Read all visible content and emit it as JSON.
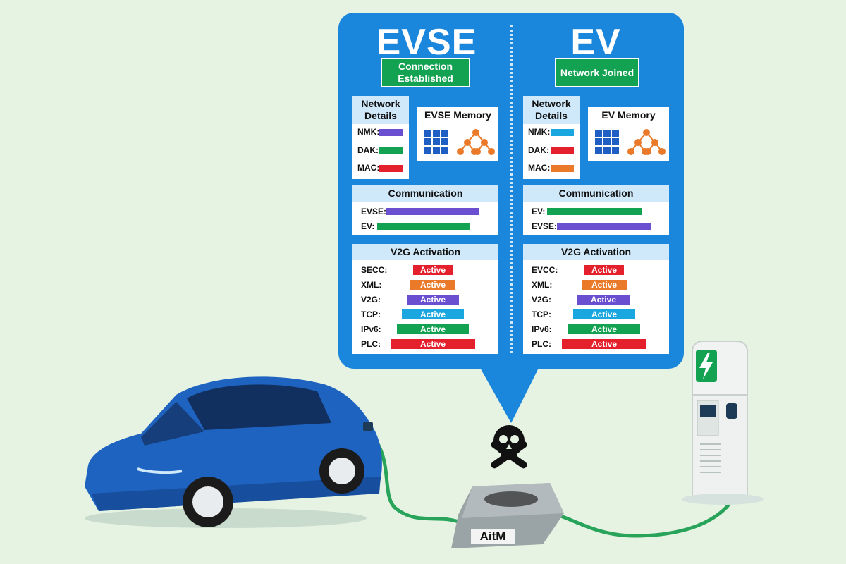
{
  "evse": {
    "title": "EVSE",
    "status": "Connection Established",
    "network_title": "Network Details",
    "memory_title": "EVSE Memory",
    "network_rows": [
      {
        "label": "NMK:",
        "color": "#6a4fd0"
      },
      {
        "label": "DAK:",
        "color": "#13a152"
      },
      {
        "label": "MAC:",
        "color": "#e3202c"
      }
    ],
    "comm_title": "Communication",
    "comm_rows": [
      {
        "label": "EVSE:",
        "color": "#6a4fd0"
      },
      {
        "label": "EV:",
        "color": "#13a152"
      }
    ],
    "v2g_title": "V2G Activation",
    "v2g_rows": [
      {
        "label": "SECC:",
        "value": "Active",
        "color": "#e3202c"
      },
      {
        "label": "XML:",
        "value": "Active",
        "color": "#ea7a2a"
      },
      {
        "label": "V2G:",
        "value": "Active",
        "color": "#6a4fd0"
      },
      {
        "label": "TCP:",
        "value": "Active",
        "color": "#1aa6de"
      },
      {
        "label": "IPv6:",
        "value": "Active",
        "color": "#13a152"
      },
      {
        "label": "PLC:",
        "value": "Active",
        "color": "#e3202c"
      }
    ]
  },
  "ev": {
    "title": "EV",
    "status": "Network Joined",
    "network_title": "Network Details",
    "memory_title": "EV Memory",
    "network_rows": [
      {
        "label": "NMK:",
        "color": "#1aa6de"
      },
      {
        "label": "DAK:",
        "color": "#e3202c"
      },
      {
        "label": "MAC:",
        "color": "#ea7a2a"
      }
    ],
    "comm_title": "Communication",
    "comm_rows": [
      {
        "label": "EV:",
        "color": "#13a152"
      },
      {
        "label": "EVSE:",
        "color": "#6a4fd0"
      }
    ],
    "v2g_title": "V2G Activation",
    "v2g_rows": [
      {
        "label": "EVCC:",
        "value": "Active",
        "color": "#e3202c"
      },
      {
        "label": "XML:",
        "value": "Active",
        "color": "#ea7a2a"
      },
      {
        "label": "V2G:",
        "value": "Active",
        "color": "#6a4fd0"
      },
      {
        "label": "TCP:",
        "value": "Active",
        "color": "#1aa6de"
      },
      {
        "label": "IPv6:",
        "value": "Active",
        "color": "#13a152"
      },
      {
        "label": "PLC:",
        "value": "Active",
        "color": "#e3202c"
      }
    ]
  },
  "attacker": {
    "label": "AitM",
    "icon": "skull-crossbones-icon"
  },
  "colors": {
    "background": "#e6f3e3",
    "bubble": "#1a86dc",
    "status": "#13a152",
    "car": "#1f63c0",
    "cable": "#27a35a",
    "charger_accent": "#13a152"
  }
}
